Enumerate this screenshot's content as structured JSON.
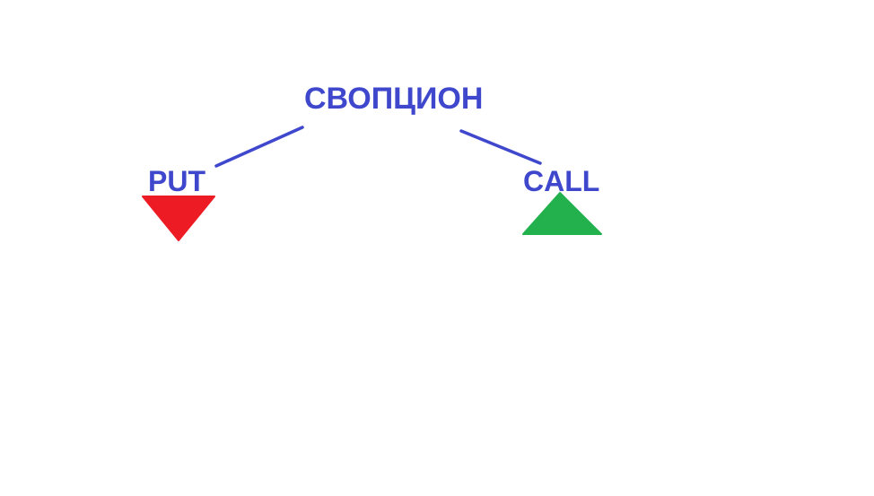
{
  "diagram": {
    "root": {
      "label": "СВОПЦИОН"
    },
    "branches": [
      {
        "label": "PUT",
        "direction": "down",
        "marker_color": "#ed1c24"
      },
      {
        "label": "CALL",
        "direction": "up",
        "marker_color": "#22b14c"
      }
    ]
  },
  "colors": {
    "text": "#3f48cc",
    "connector": "#3f48cc",
    "background": "#ffffff"
  }
}
